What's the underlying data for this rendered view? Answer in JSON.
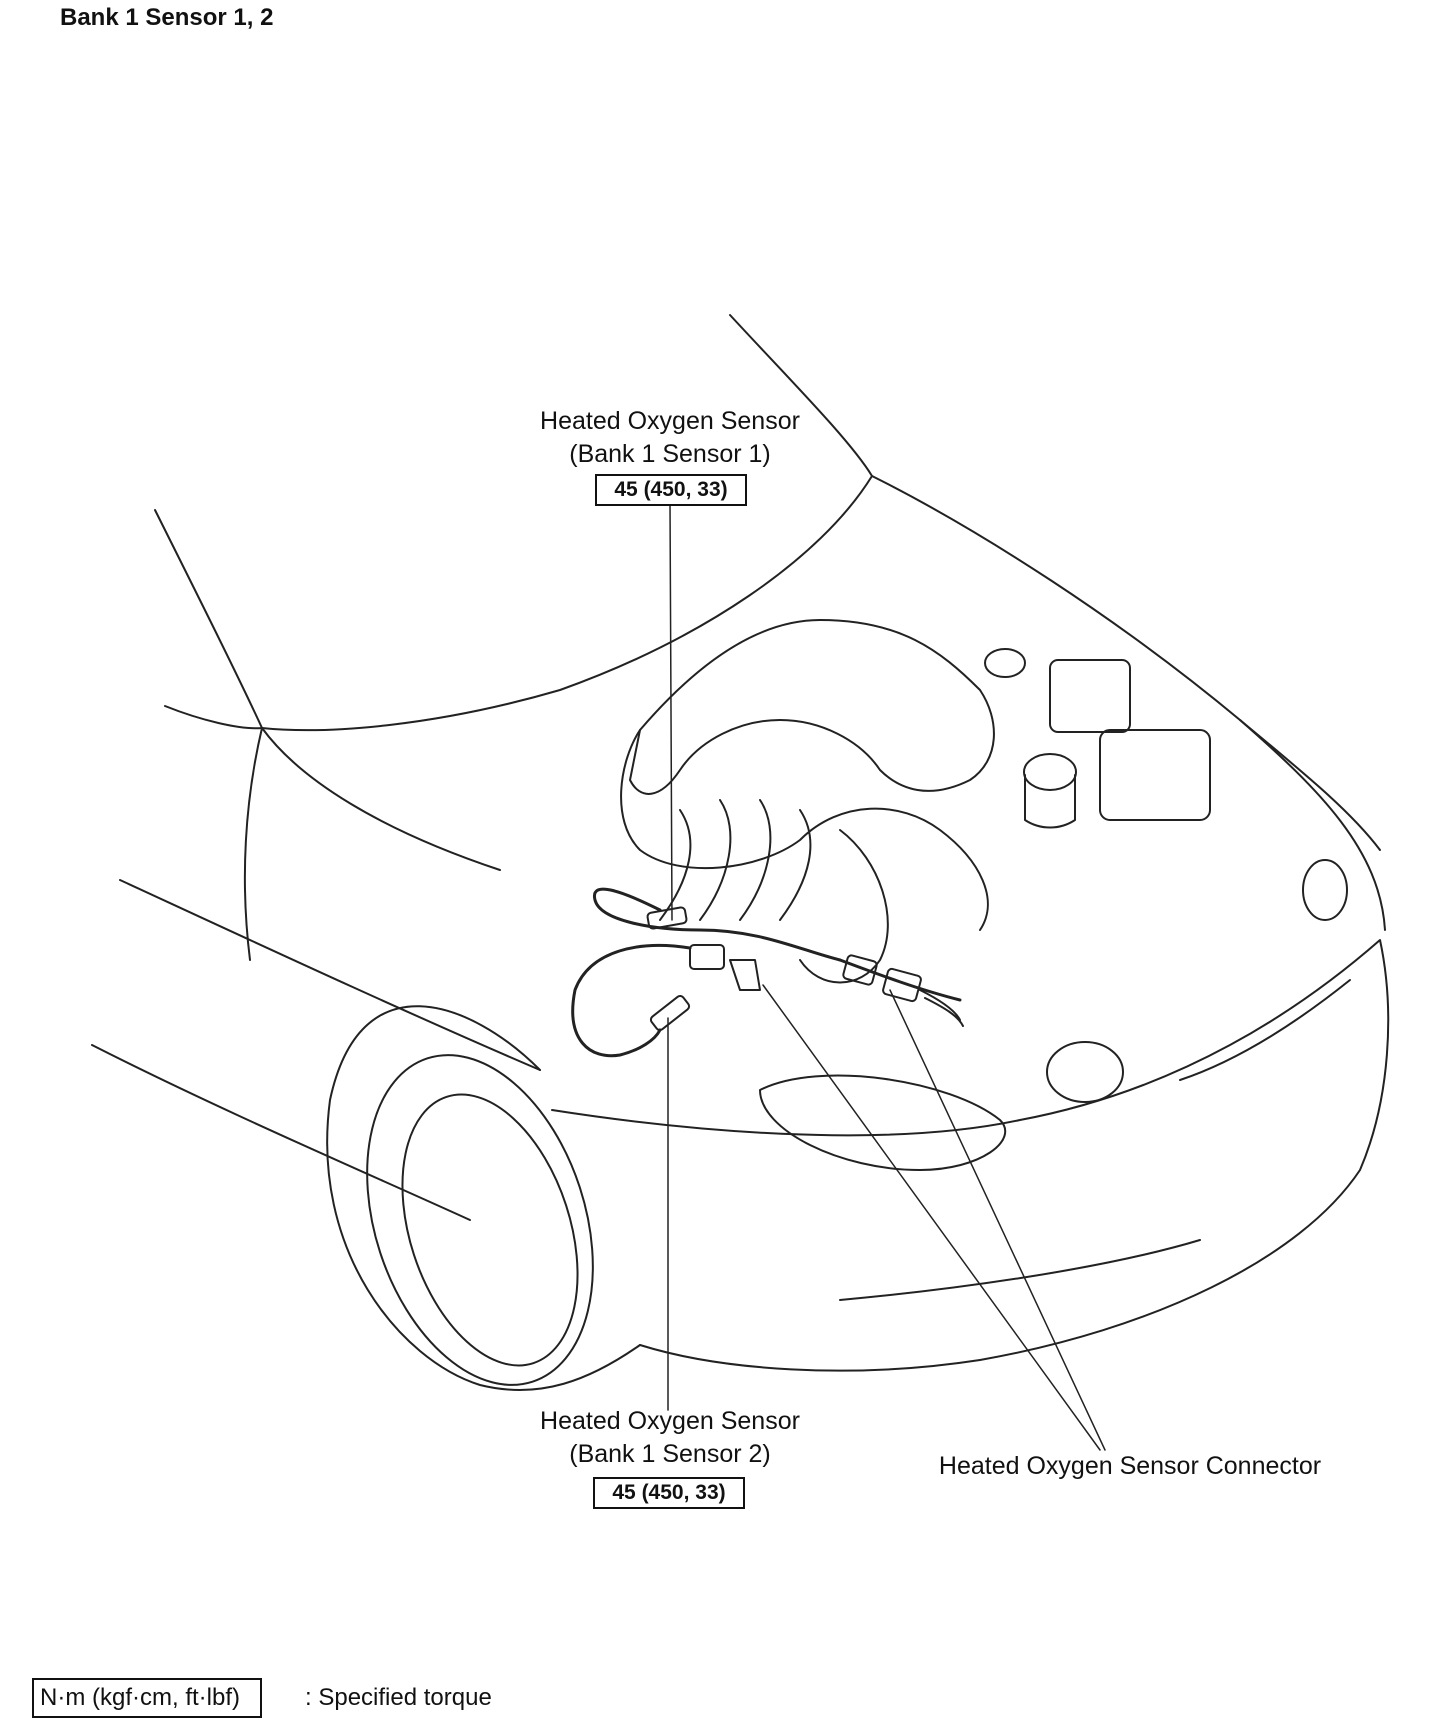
{
  "title": "Bank 1 Sensor 1, 2",
  "labels": {
    "sensor1_name": "Heated Oxygen Sensor",
    "sensor1_sub": "(Bank 1 Sensor 1)",
    "sensor1_torque": "45 (450, 33)",
    "sensor2_name": "Heated Oxygen Sensor",
    "sensor2_sub": "(Bank 1 Sensor 2)",
    "sensor2_torque": "45 (450, 33)",
    "connector": "Heated Oxygen Sensor Connector"
  },
  "legend": {
    "units": "N·m (kgf·cm, ft·lbf)",
    "description": ": Specified torque"
  }
}
